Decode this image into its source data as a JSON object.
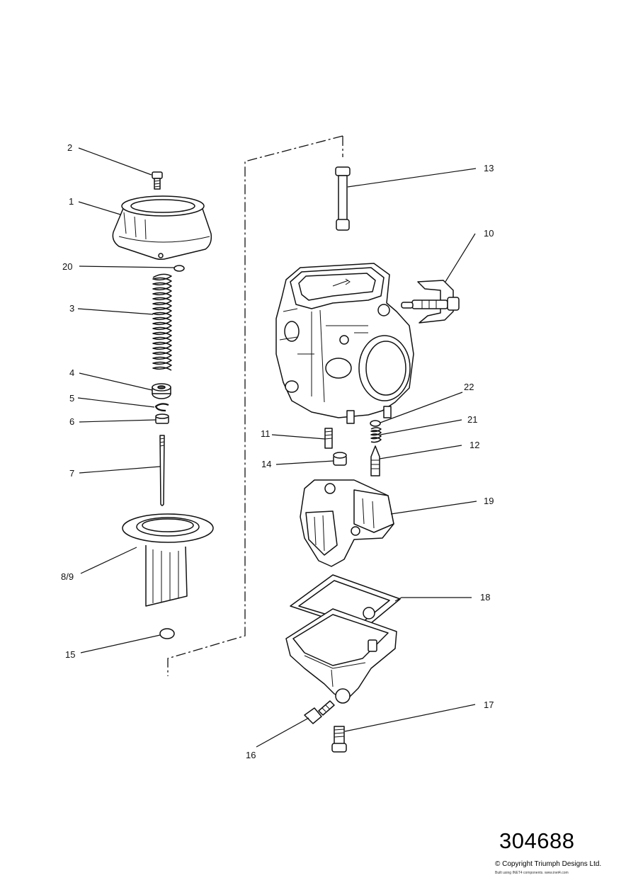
{
  "diagram": {
    "callouts": [
      {
        "id": "c2",
        "label": "2"
      },
      {
        "id": "c1",
        "label": "1"
      },
      {
        "id": "c20",
        "label": "20"
      },
      {
        "id": "c3",
        "label": "3"
      },
      {
        "id": "c4",
        "label": "4"
      },
      {
        "id": "c5",
        "label": "5"
      },
      {
        "id": "c6",
        "label": "6"
      },
      {
        "id": "c7",
        "label": "7"
      },
      {
        "id": "c89",
        "label": "8/9"
      },
      {
        "id": "c15",
        "label": "15"
      },
      {
        "id": "c13",
        "label": "13"
      },
      {
        "id": "c10",
        "label": "10"
      },
      {
        "id": "c22",
        "label": "22"
      },
      {
        "id": "c21",
        "label": "21"
      },
      {
        "id": "c11",
        "label": "11"
      },
      {
        "id": "c12",
        "label": "12"
      },
      {
        "id": "c14",
        "label": "14"
      },
      {
        "id": "c19",
        "label": "19"
      },
      {
        "id": "c18",
        "label": "18"
      },
      {
        "id": "c17",
        "label": "17"
      },
      {
        "id": "c16",
        "label": "16"
      }
    ]
  },
  "footer": {
    "reference_number": "304688",
    "copyright": "© Copyright Triumph Designs Ltd.",
    "built_note": "Built using INET4 components. www.inet4.com"
  }
}
